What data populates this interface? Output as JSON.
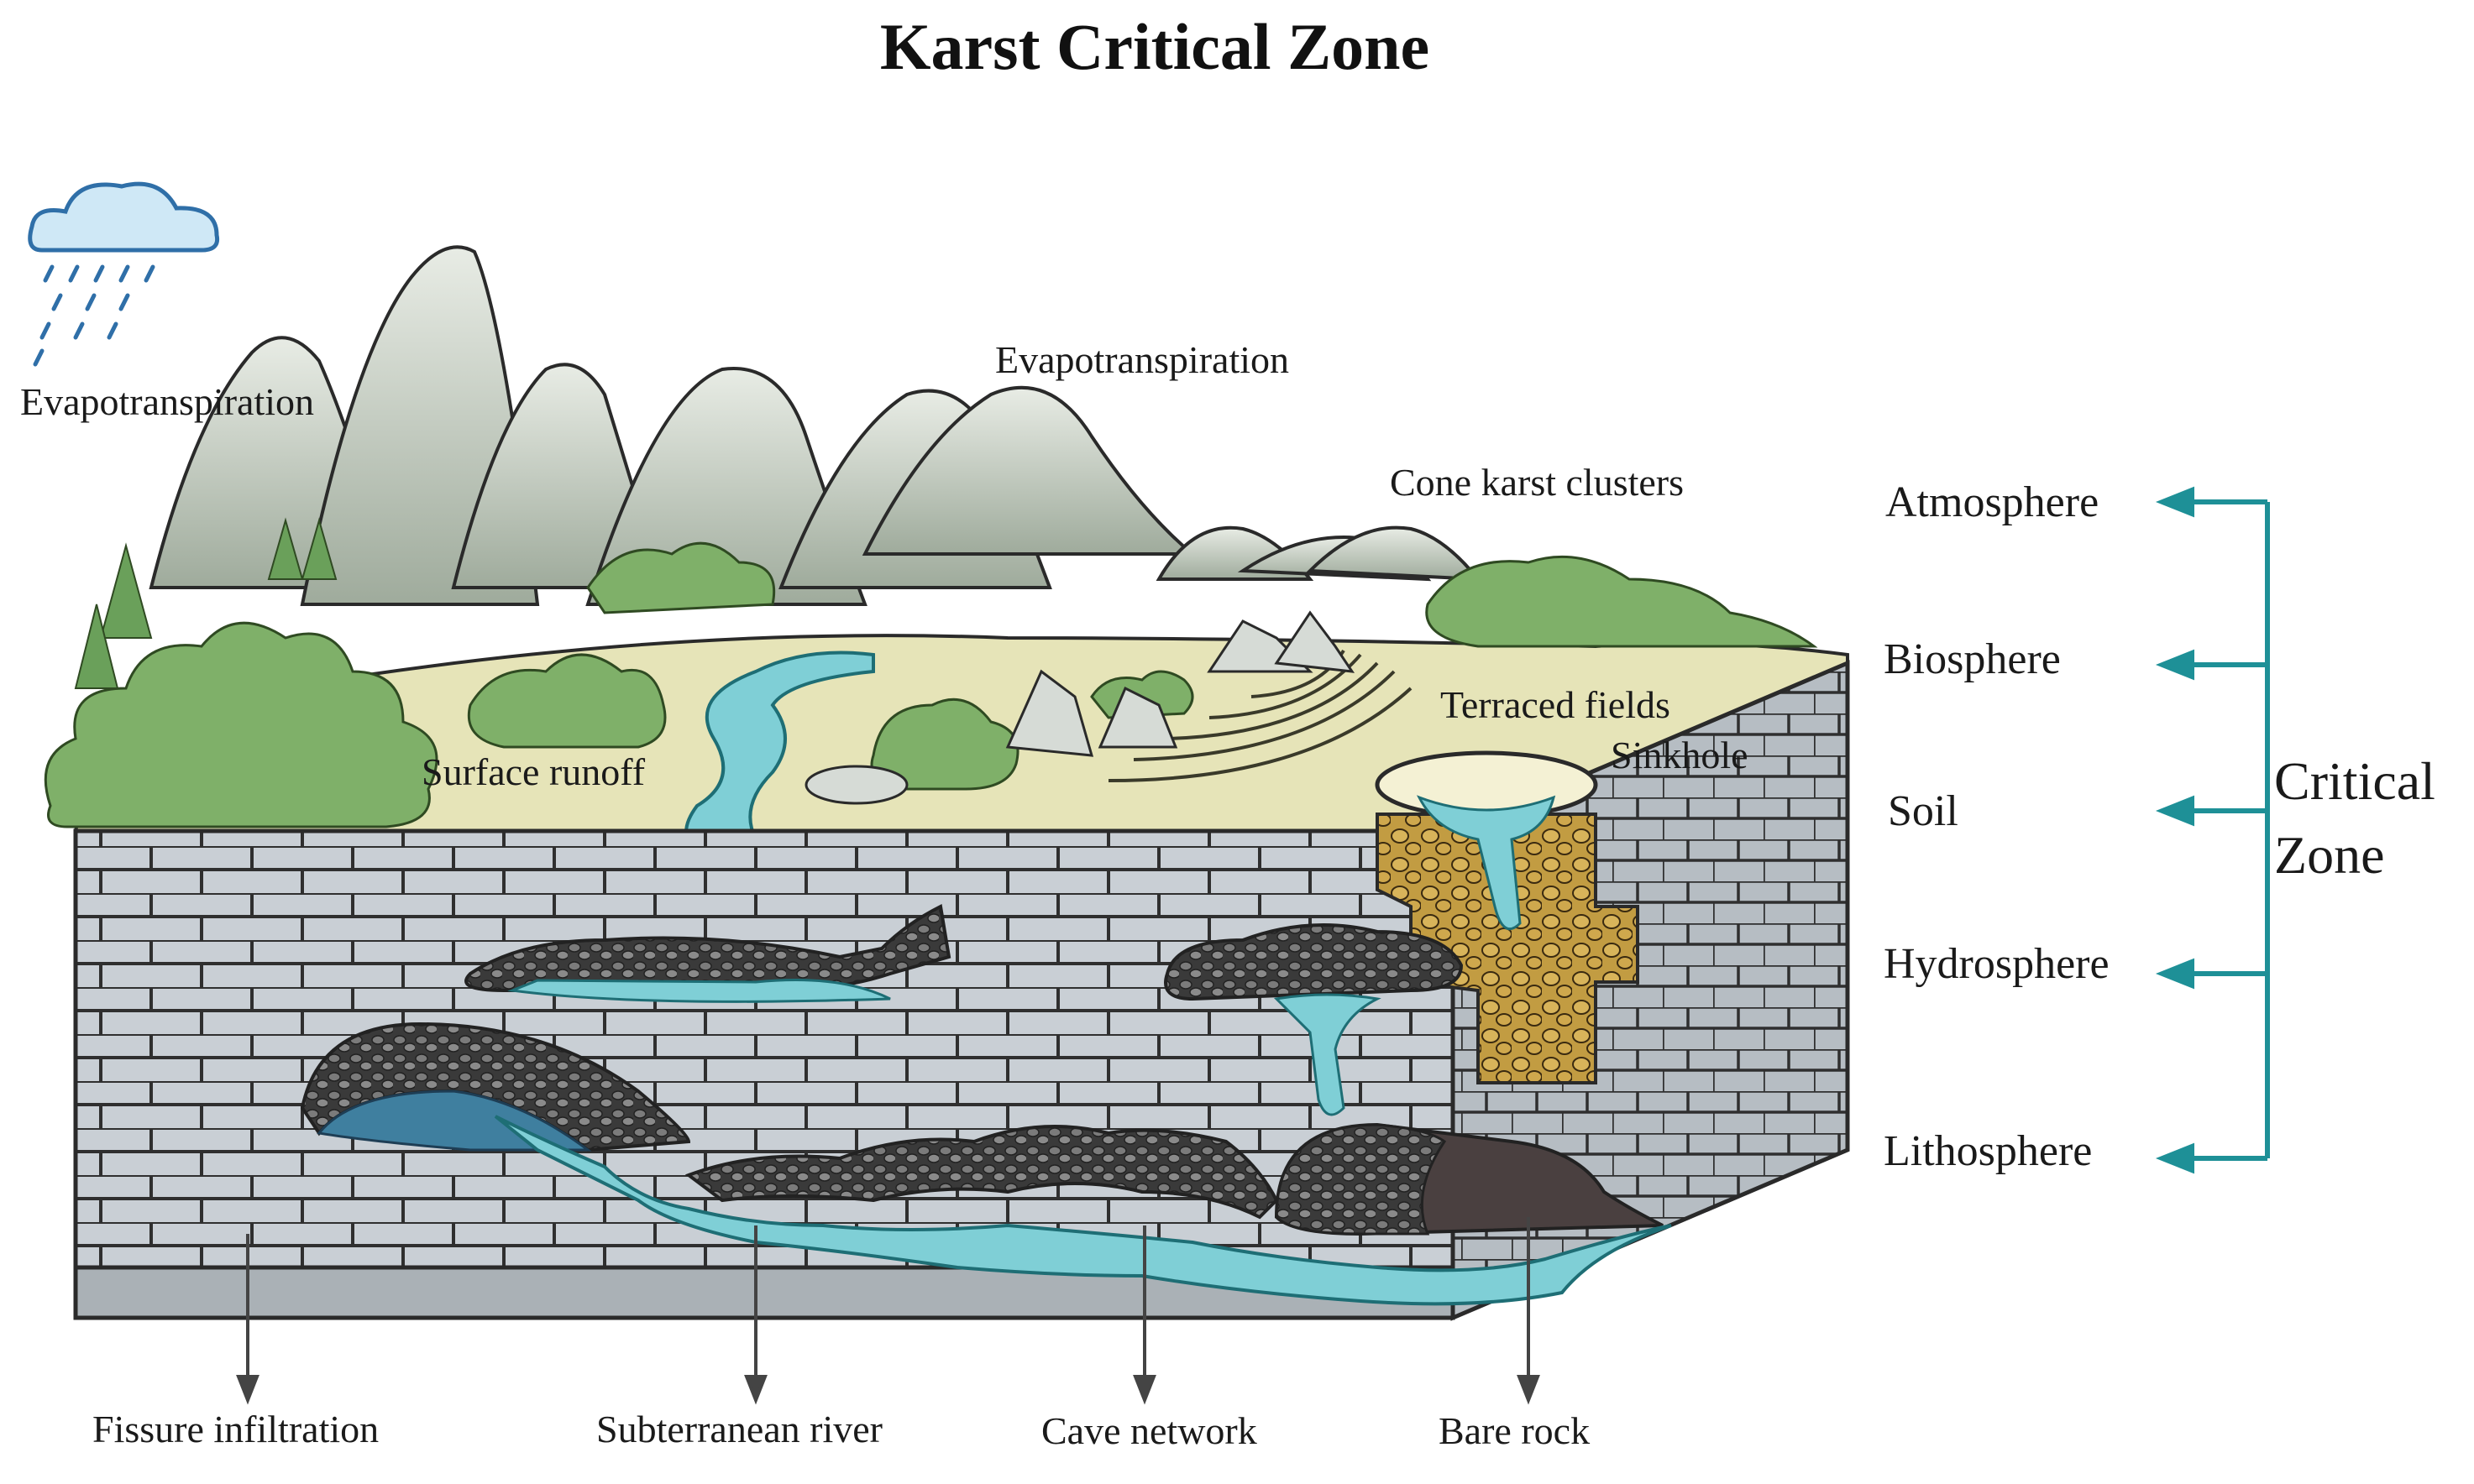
{
  "title": "Karst Critical Zone",
  "labels": {
    "evapo_left": "Evapotranspiration",
    "evapo_center": "Evapotranspiration",
    "cone_karst": "Cone karst clusters",
    "terraced": "Terraced fields",
    "sinkhole": "Sinkhole",
    "surface_runoff": "Surface runoff"
  },
  "bottom_labels": {
    "fissure": "Fissure infiltration",
    "river": "Subterranean river",
    "cave": "Cave network",
    "bare": "Bare rock"
  },
  "spheres": [
    "Atmosphere",
    "Biosphere",
    "Soil",
    "Hydrosphere",
    "Lithosphere"
  ],
  "critical_zone": {
    "line1": "Critical",
    "line2": "Zone"
  },
  "colors": {
    "bracket": "#1e9097",
    "water": "#7fcfd6",
    "rock": "#c9cfd4",
    "mountain": "#cfd6cd",
    "vegetation": "#7fb069",
    "soil_fill": "#b9963e",
    "ground": "#e6e4b8"
  },
  "icons": [
    "rain-cloud-icon"
  ]
}
